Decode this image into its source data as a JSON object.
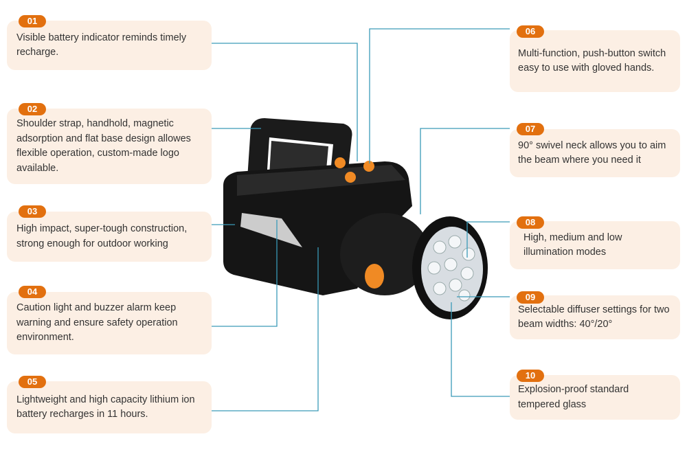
{
  "features": [
    {
      "num": "01",
      "text": "Visible battery indicator reminds timely recharge."
    },
    {
      "num": "02",
      "text": "Shoulder strap, handhold, magnetic adsorption and flat base design allowes flexible operation, custom-made logo available."
    },
    {
      "num": "03",
      "text": "High impact, super-tough construction, strong enough for outdoor working"
    },
    {
      "num": "04",
      "text": "Caution light and buzzer alarm keep warning and ensure safety operation environment."
    },
    {
      "num": "05",
      "text": "Lightweight and high capacity lithium ion battery recharges in 11 hours."
    },
    {
      "num": "06",
      "text": "Multi-function, push-button switch easy to use with gloved hands."
    },
    {
      "num": "07",
      "text": "90° swivel neck allows you to aim the beam where you need it"
    },
    {
      "num": "08",
      "text": "High, medium and low illumination modes"
    },
    {
      "num": "09",
      "text": "Selectable diffuser settings for two beam widths: 40°/20°"
    },
    {
      "num": "10",
      "text": "Explosion-proof standard tempered glass"
    }
  ],
  "colors": {
    "accent": "#e2700f",
    "box": "#fcefe4",
    "line": "#3a9ab8"
  }
}
